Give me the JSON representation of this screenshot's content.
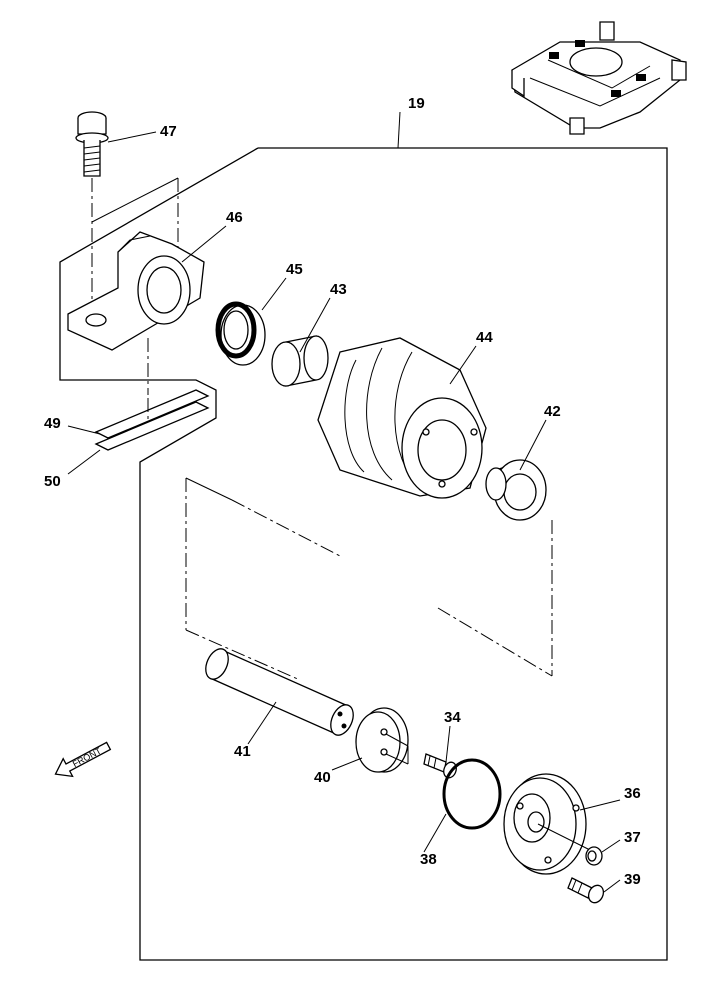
{
  "diagram": {
    "type": "exploded-parts-diagram",
    "direction_label": "FRONT",
    "callouts": {
      "c19": "19",
      "c47": "47",
      "c46": "46",
      "c45": "45",
      "c43": "43",
      "c44": "44",
      "c42": "42",
      "c49": "49",
      "c50": "50",
      "c41": "41",
      "c40": "40",
      "c34": "34",
      "c38": "38",
      "c36": "36",
      "c37": "37",
      "c39": "39"
    }
  }
}
